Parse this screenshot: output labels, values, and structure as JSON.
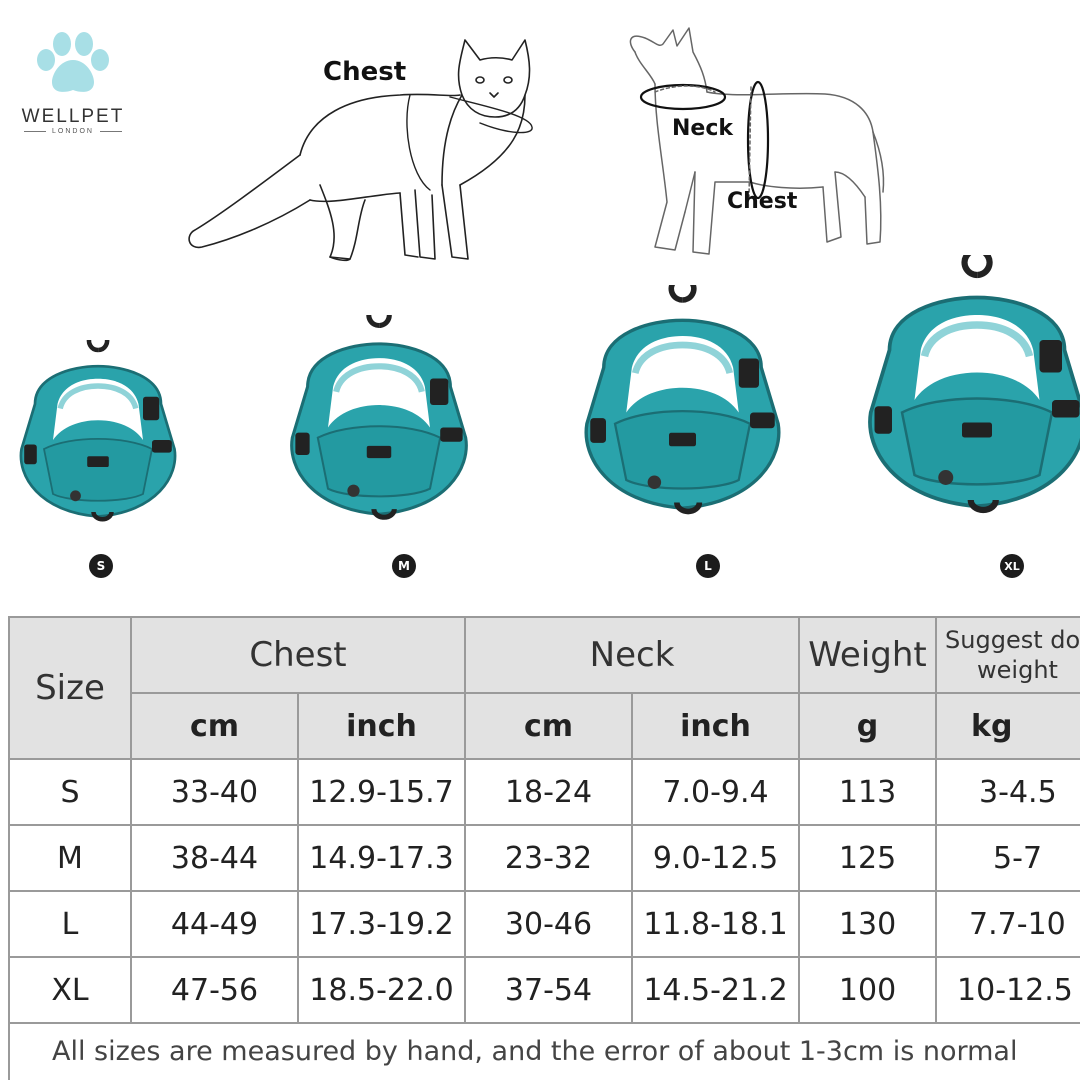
{
  "brand": {
    "name": "WELLPET",
    "location": "LONDON"
  },
  "diagram": {
    "cat_label_chest": "Chest",
    "dog_label_neck": "Neck",
    "dog_label_chest": "Chest"
  },
  "harnesses": [
    {
      "size": "S"
    },
    {
      "size": "M"
    },
    {
      "size": "L"
    },
    {
      "size": "XL"
    }
  ],
  "harness_color": "#2aa3ab",
  "table": {
    "headers": {
      "size": "Size",
      "chest": "Chest",
      "neck": "Neck",
      "weight": "Weight",
      "suggest_line1": "Suggest dog",
      "suggest_line2": "weight"
    },
    "units": {
      "chest_cm": "cm",
      "chest_inch": "inch",
      "neck_cm": "cm",
      "neck_inch": "inch",
      "weight": "g",
      "suggest": "kg"
    },
    "rows": [
      {
        "size": "S",
        "chest_cm": "33-40",
        "chest_inch": "12.9-15.7",
        "neck_cm": "18-24",
        "neck_inch": "7.0-9.4",
        "weight_g": "113",
        "dog_kg": "3-4.5"
      },
      {
        "size": "M",
        "chest_cm": "38-44",
        "chest_inch": "14.9-17.3",
        "neck_cm": "23-32",
        "neck_inch": "9.0-12.5",
        "weight_g": "125",
        "dog_kg": "5-7"
      },
      {
        "size": "L",
        "chest_cm": "44-49",
        "chest_inch": "17.3-19.2",
        "neck_cm": "30-46",
        "neck_inch": "11.8-18.1",
        "weight_g": "130",
        "dog_kg": "7.7-10"
      },
      {
        "size": "XL",
        "chest_cm": "47-56",
        "chest_inch": "18.5-22.0",
        "neck_cm": "37-54",
        "neck_inch": "14.5-21.2",
        "weight_g": "100",
        "dog_kg": "10-12.5"
      }
    ],
    "footnote": "All sizes are measured by hand, and the error of about 1-3cm is normal"
  }
}
